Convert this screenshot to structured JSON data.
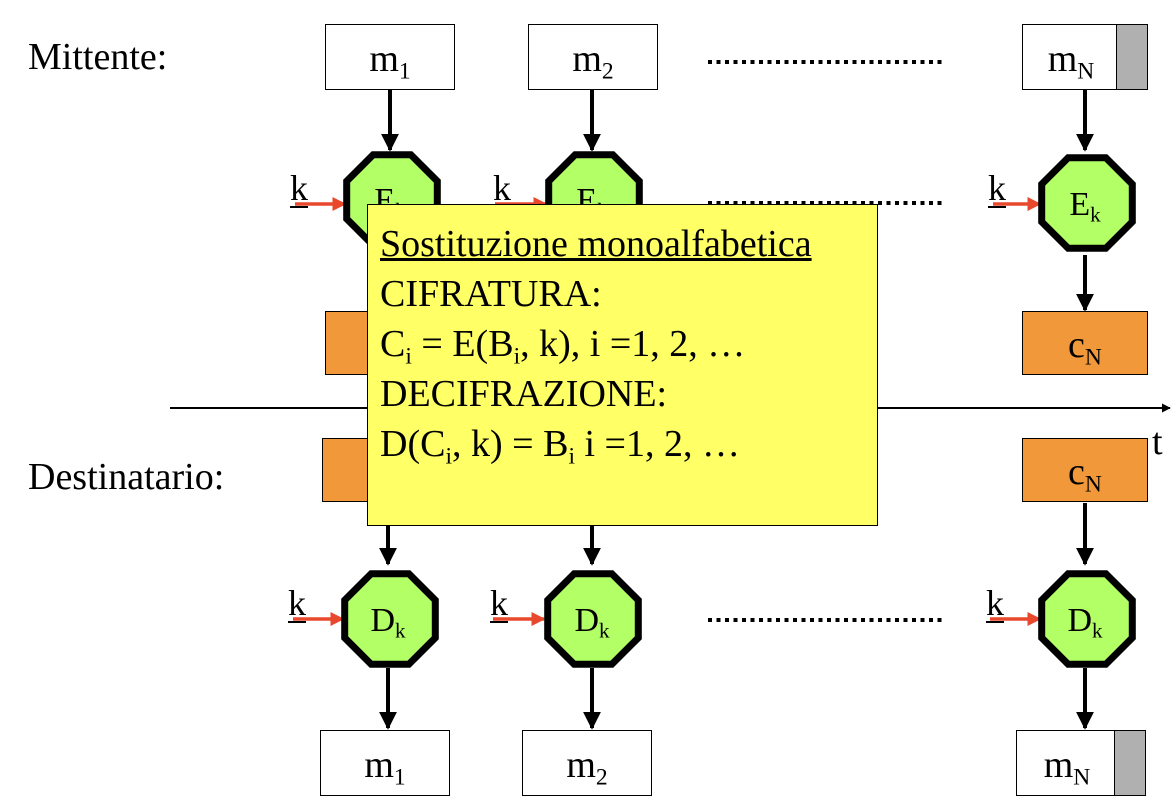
{
  "labels": {
    "sender": "Mittente:",
    "receiver": "Destinatario:",
    "time_axis": "t"
  },
  "blocks": {
    "m": "m",
    "c": "c",
    "k": "k",
    "E": "E",
    "D": "D",
    "idx1": "1",
    "idx2": "2",
    "idxN": "N",
    "sub_k": "k"
  },
  "note": {
    "title": "Sostituzione monoalfabetica",
    "enc_heading": "CIFRATURA:",
    "enc_formula": {
      "a": "C",
      "ai": "i",
      "b": " = E(B",
      "bi": "i",
      "c": ", k), i =1, 2, …"
    },
    "dec_heading": "DECIFRAZIONE:",
    "dec_formula": {
      "a": "D(C",
      "ai": "i",
      "b": ", k) = B",
      "bi": "i",
      "c": " i =1, 2, …"
    }
  },
  "colors": {
    "octagon_fill": "#b3ff66",
    "ciphertext_block": "#f0983a",
    "padding_block": "#b0b0b0",
    "key_arrow": "#e8492c",
    "note_background": "#ffff66"
  },
  "icons": {
    "key_input": "red-arrow",
    "cipher_function": "green-octagon"
  }
}
